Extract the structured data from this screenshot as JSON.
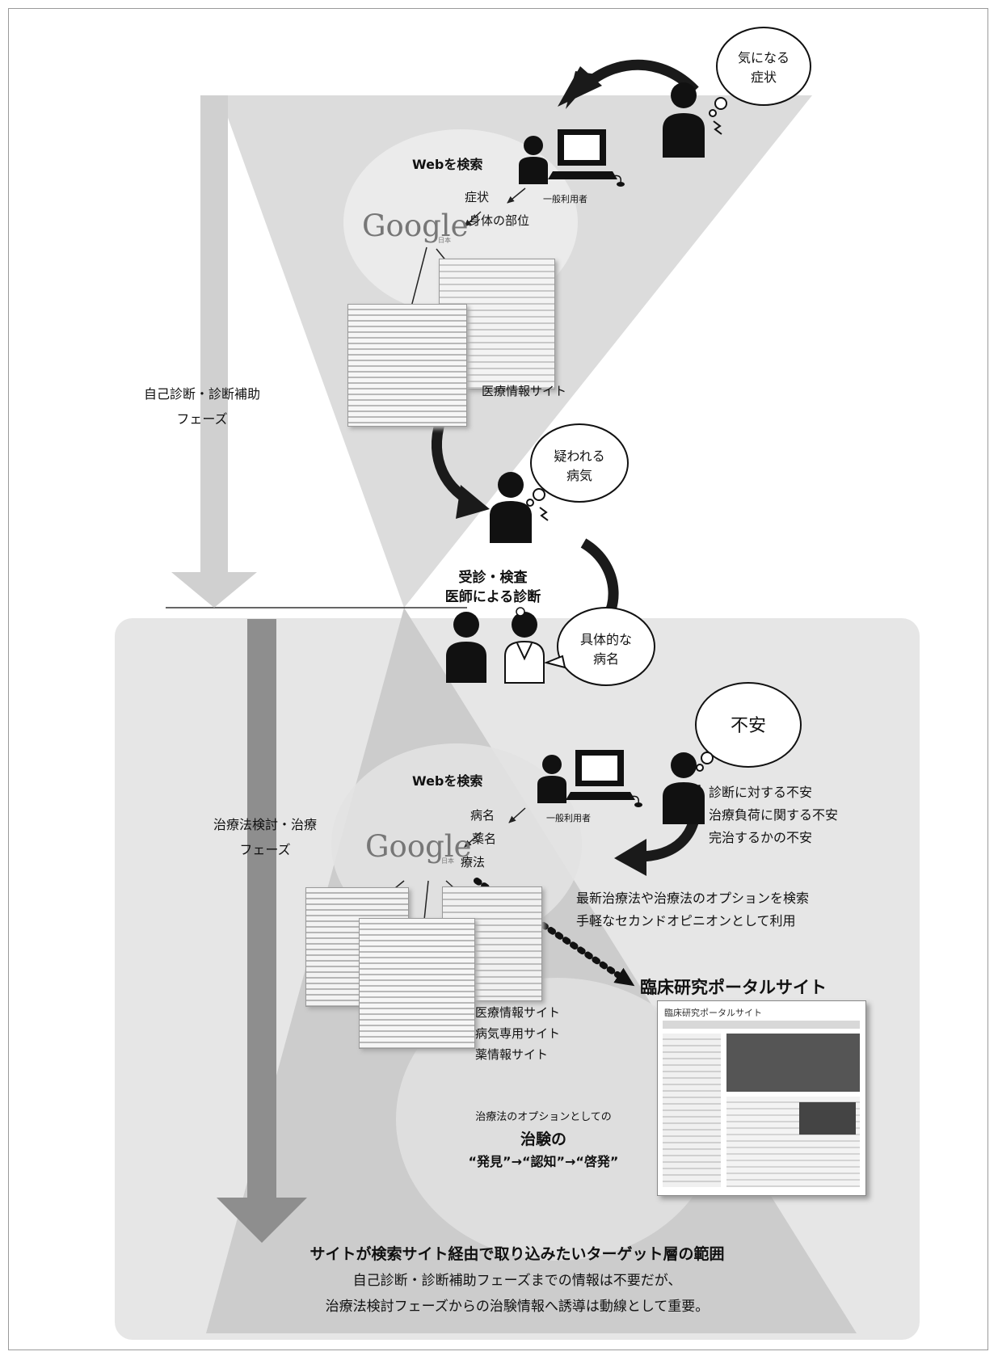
{
  "phases": {
    "self_diagnosis": [
      "自己診断・診断補助",
      "フェーズ"
    ],
    "treatment": [
      "治療法検討・治療",
      "フェーズ"
    ]
  },
  "top_flow": {
    "bubble_symptom": [
      "気になる",
      "症状"
    ],
    "web_search": "Webを検索",
    "general_user": "一般利用者",
    "query_symptom": "症状",
    "query_body_part": "身体の部位",
    "google": "Google",
    "google_sub": "日本",
    "site_caption": "医療情報サイト",
    "bubble_suspected": [
      "疑われる",
      "病気"
    ],
    "visit": [
      "受診・検査",
      "医師による診断"
    ],
    "bubble_disease": [
      "具体的な",
      "病名"
    ]
  },
  "bottom_flow": {
    "bubble_anxiety": "不安",
    "anxieties": [
      "診断に対する不安",
      "治療負荷に関する不安",
      "完治するかの不安"
    ],
    "web_search": "Webを検索",
    "general_user": "一般利用者",
    "query_disease": "病名",
    "query_drug": "薬名",
    "query_therapy": "療法",
    "google": "Google",
    "google_sub": "日本",
    "search_purpose": [
      "最新治療法や治療法のオプションを検索",
      "手軽なセカンドオピニオンとして利用"
    ],
    "portal_title": "臨床研究ポータルサイト",
    "portal_header": "臨床研究ポータルサイト",
    "site_captions": [
      "医療情報サイト",
      "病気専用サイト",
      "薬情報サイト"
    ],
    "clinical_trial": [
      "治療法のオプションとしての",
      "治験の",
      "“発見”→“認知”→“啓発”"
    ]
  },
  "footer": {
    "title": "サイトが検索サイト経由で取り込みたいターゲット層の範囲",
    "lines": [
      "自己診断・診断補助フェーズまでの情報は不要だが、",
      "治療法検討フェーズからの治験情報へ誘導は動線として重要。"
    ]
  }
}
